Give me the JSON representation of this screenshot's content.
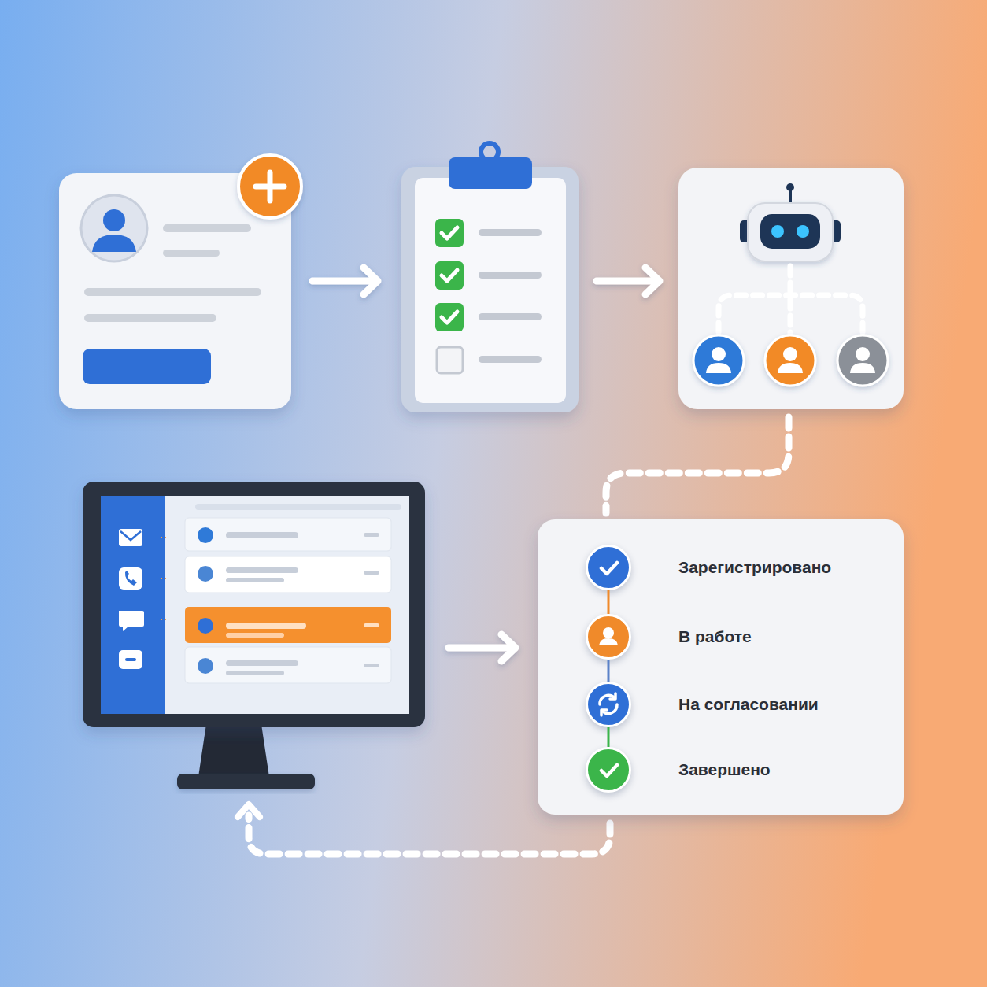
{
  "diagram": {
    "nodes": [
      {
        "text": [
          "Зарегистрировано"
        ]
      },
      {
        "text": [
          "В работе"
        ]
      },
      {
        "text": [
          "На согласовании"
        ]
      },
      {
        "text": [
          "Завершено"
        ]
      }
    ],
    "edges": [
      {
        "from": 0,
        "to": 1,
        "arrow": "none"
      },
      {
        "from": 1,
        "to": 2,
        "arrow": "none"
      },
      {
        "from": 2,
        "to": 3,
        "arrow": "none"
      }
    ]
  }
}
